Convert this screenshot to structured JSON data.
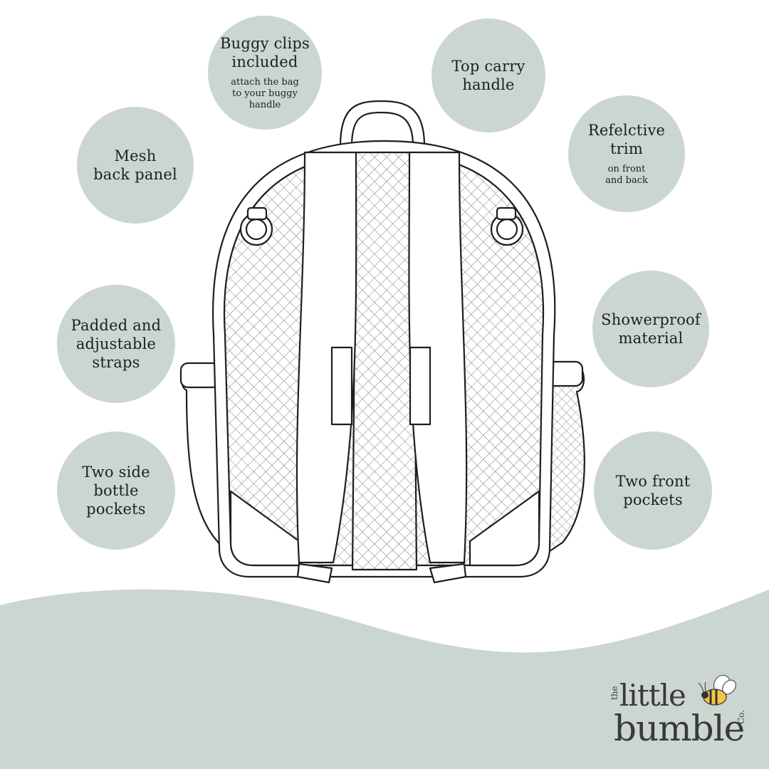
{
  "features": [
    {
      "id": "buggy-clips",
      "title": "Buggy clips\nincluded",
      "subtitle": "attach the bag\nto your buggy\nhandle"
    },
    {
      "id": "top-handle",
      "title": "Top carry\nhandle",
      "subtitle": ""
    },
    {
      "id": "mesh-panel",
      "title": "Mesh\nback panel",
      "subtitle": ""
    },
    {
      "id": "reflective-trim",
      "title": "Refelctive\ntrim",
      "subtitle": "on front\nand back"
    },
    {
      "id": "padded-straps",
      "title": "Padded and\nadjustable\nstraps",
      "subtitle": ""
    },
    {
      "id": "showerproof",
      "title": "Showerproof\nmaterial",
      "subtitle": ""
    },
    {
      "id": "bottle-pockets",
      "title": "Two side\nbottle\npockets",
      "subtitle": ""
    },
    {
      "id": "front-pockets",
      "title": "Two front\npockets",
      "subtitle": ""
    }
  ],
  "logo": {
    "the": "the",
    "line1": "little",
    "line2": "bumble",
    "co": "Co."
  },
  "colors": {
    "circle": "#cbd6d0",
    "wave": "#cbd6d0",
    "outline": "#1e1e1e",
    "bee_yellow": "#f2c744"
  }
}
